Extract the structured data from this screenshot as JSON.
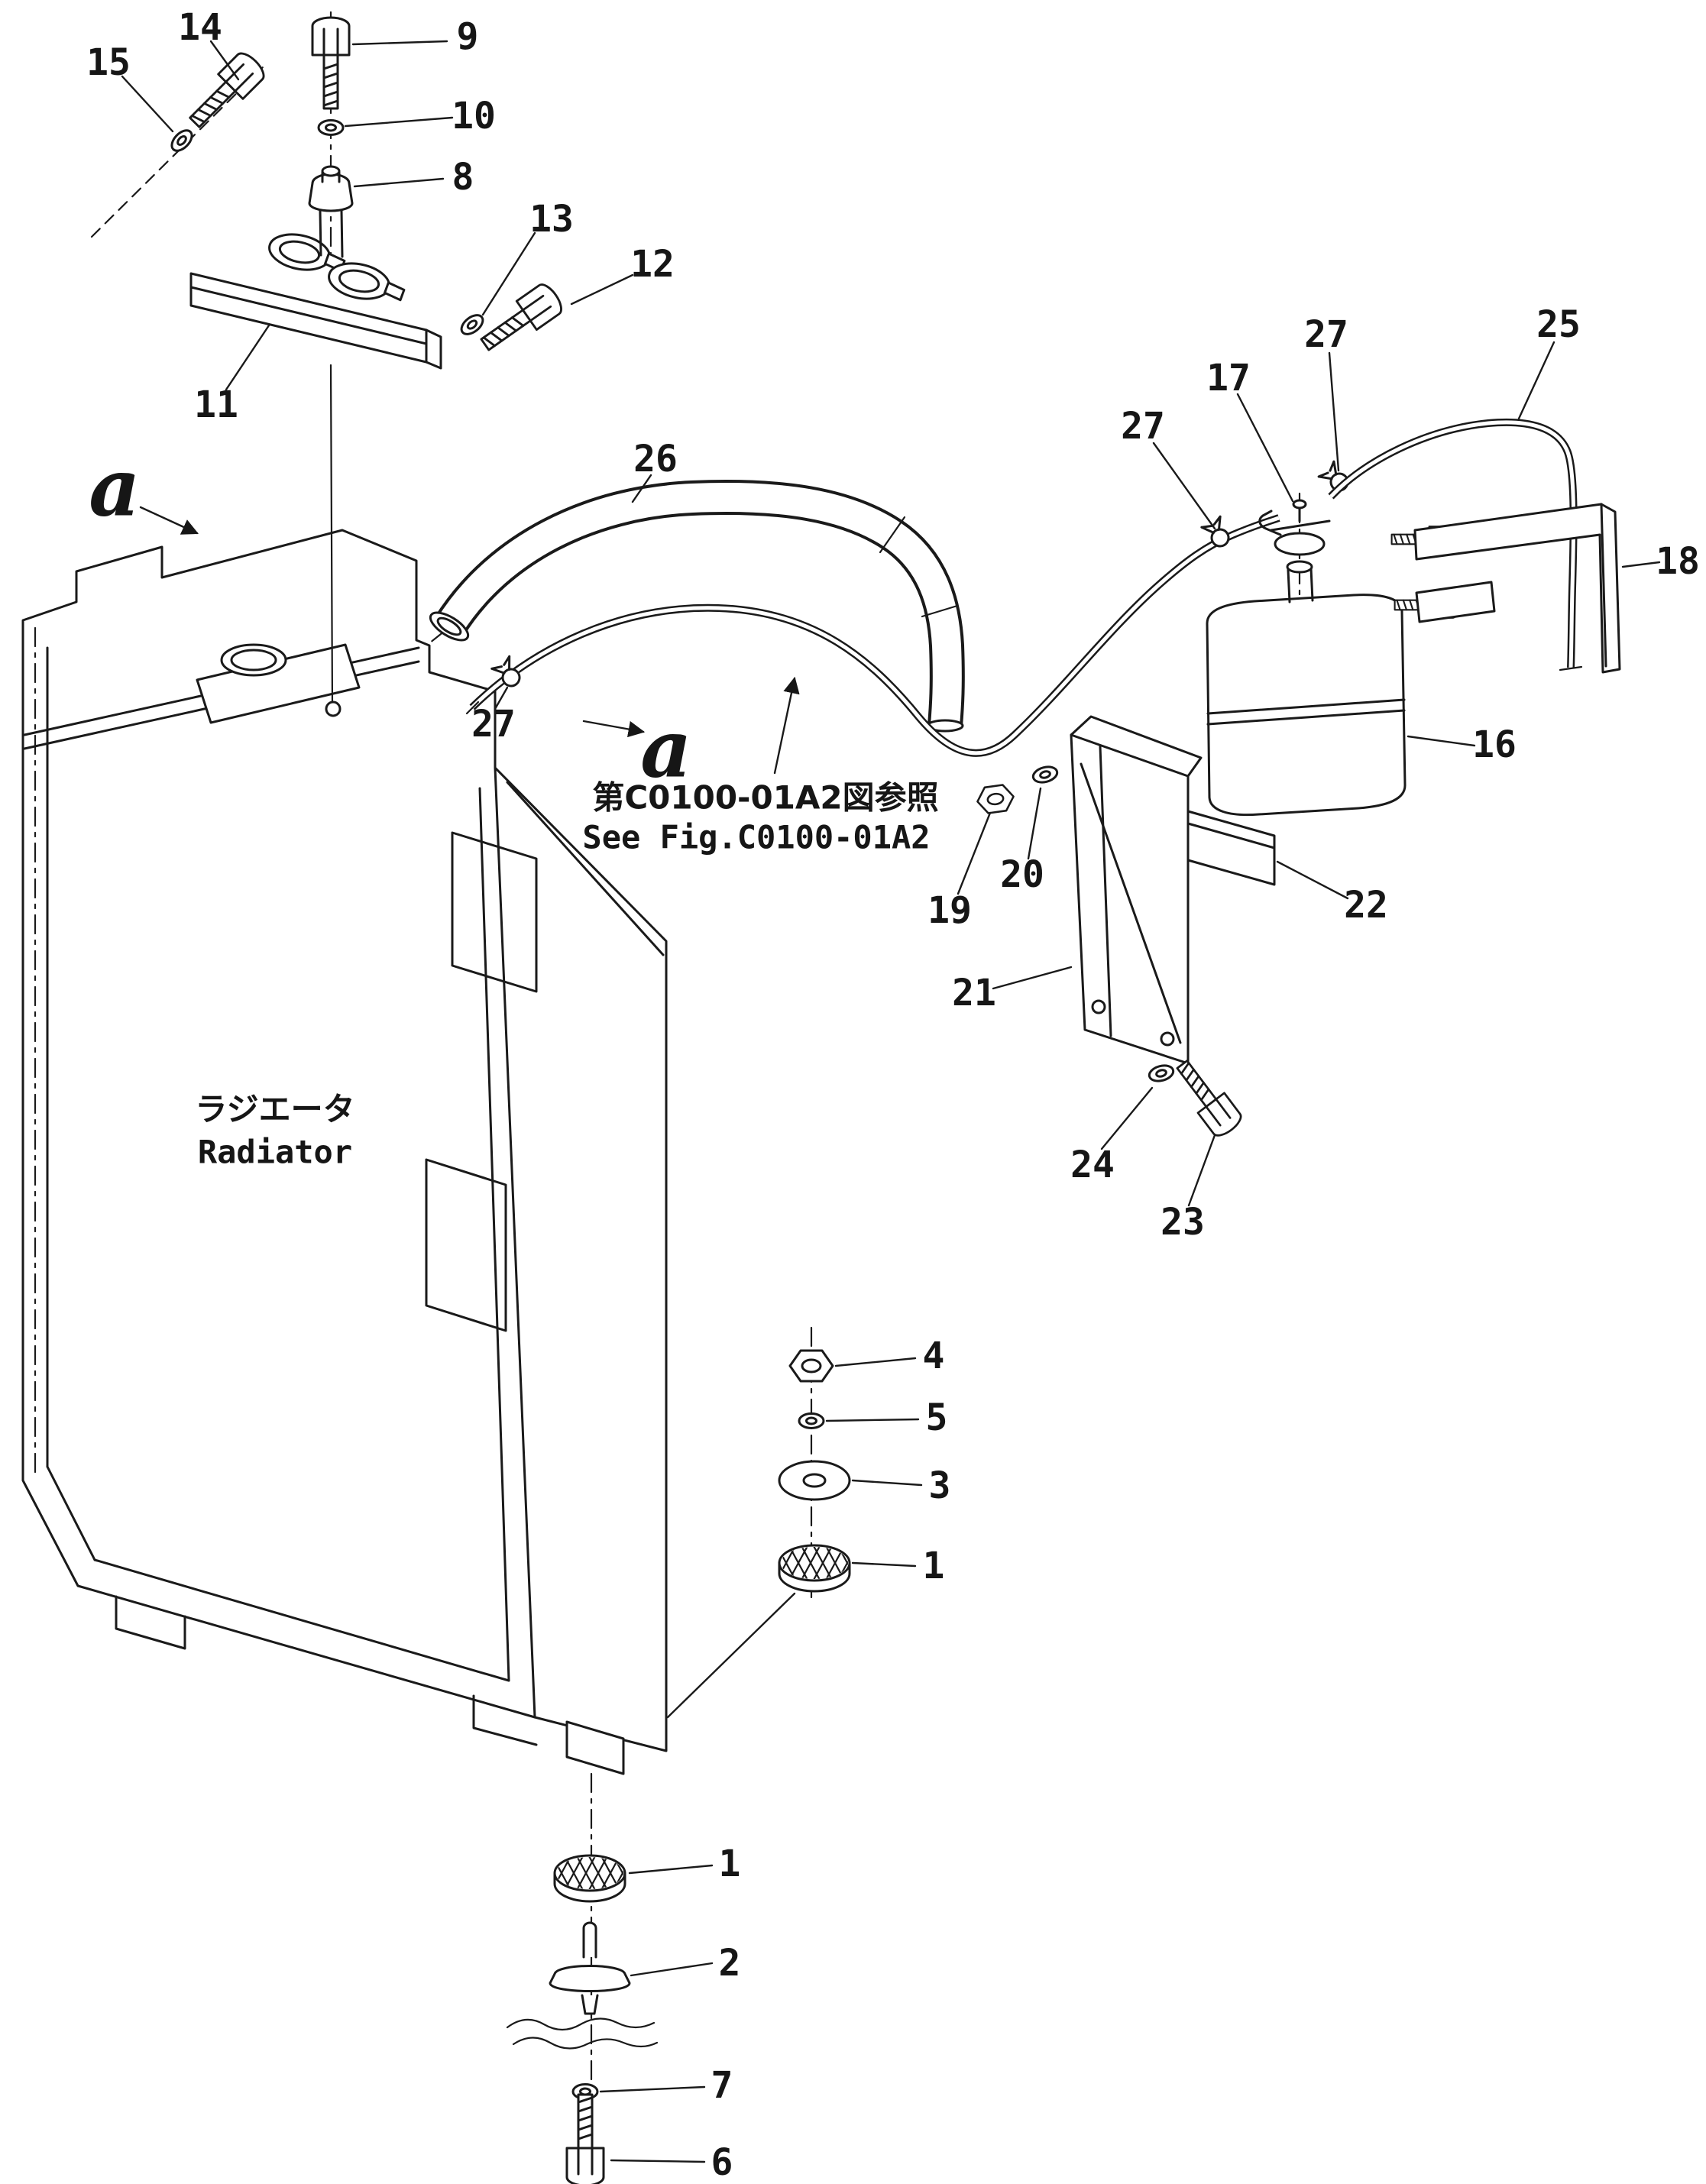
{
  "figure": {
    "radiator_label_jp": "ラジエータ",
    "radiator_label_en": "Radiator",
    "ref_note_line1": "第C0100-01A2図参照",
    "ref_note_line2": "See Fig.C0100-01A2",
    "section_marker": "a"
  },
  "callouts": {
    "1": "1",
    "2": "2",
    "3": "3",
    "4": "4",
    "5": "5",
    "6": "6",
    "7": "7",
    "8": "8",
    "9": "9",
    "10": "10",
    "11": "11",
    "12": "12",
    "13": "13",
    "14": "14",
    "15": "15",
    "16": "16",
    "17": "17",
    "18": "18",
    "19": "19",
    "20": "20",
    "21": "21",
    "22": "22",
    "23": "23",
    "24": "24",
    "25": "25",
    "26": "26",
    "27": "27"
  },
  "colors": {
    "line": "#1a1a1a",
    "background": "#ffffff",
    "text": "#161616"
  }
}
